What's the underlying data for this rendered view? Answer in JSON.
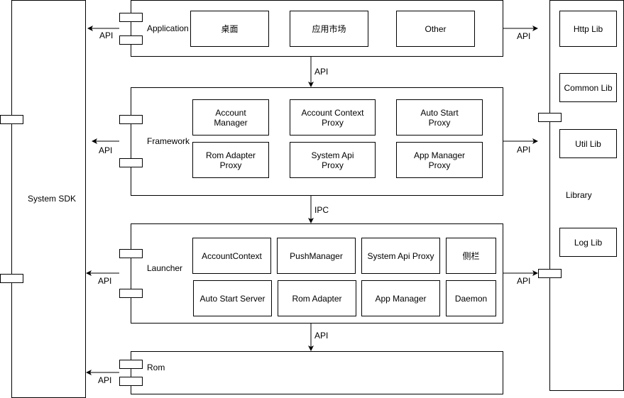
{
  "system_sdk": {
    "label": "System SDK"
  },
  "library": {
    "label": "Library",
    "items": [
      "Http Lib",
      "Common Lib",
      "Util Lib",
      "Log Lib"
    ]
  },
  "layers": {
    "application": {
      "label": "Application",
      "items": [
        "桌面",
        "应用市场",
        "Other"
      ]
    },
    "framework": {
      "label": "Framework",
      "items": [
        "Account\nManager",
        "Account Context\nProxy",
        "Auto Start\nProxy",
        "Rom Adapter\nProxy",
        "System Api\nProxy",
        "App Manager\nProxy"
      ]
    },
    "launcher": {
      "label": "Launcher",
      "items": [
        "AccountContext",
        "PushManager",
        "System Api Proxy",
        "侧栏",
        "Auto Start Server",
        "Rom Adapter",
        "App Manager",
        "Daemon"
      ]
    },
    "rom": {
      "label": "Rom"
    }
  },
  "connectors": {
    "api": "API",
    "ipc": "IPC"
  }
}
